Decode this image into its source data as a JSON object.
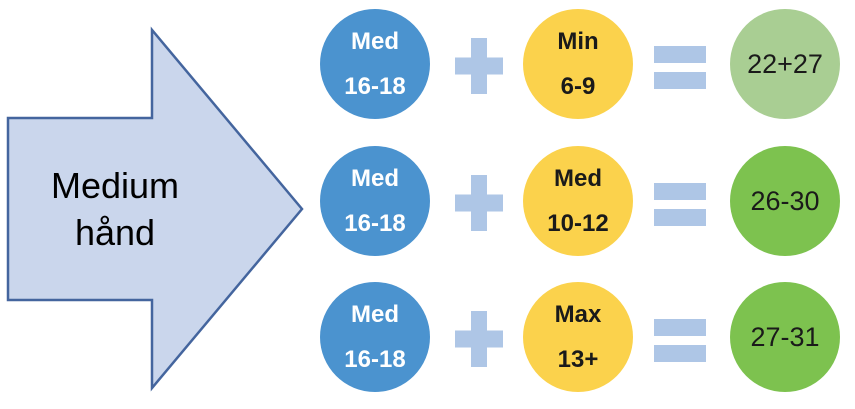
{
  "arrow": {
    "label_line1": "Medium",
    "label_line2": "hånd",
    "fill": "#cad6ec",
    "border": "#44659e"
  },
  "palette": {
    "hand_blue": "#4b93cf",
    "bet_yellow": "#fbd24c",
    "operator_blue": "#aec6e6",
    "hand_text": "#ffffff",
    "dark_text": "#1a1a1a"
  },
  "rows": [
    {
      "hand": {
        "line1": "Med",
        "line2": "16-18"
      },
      "operator1": "plus",
      "bet": {
        "line1": "Min",
        "line2": "6-9"
      },
      "operator2": "equals",
      "result": {
        "label": "22+27",
        "color": "#a9ce93"
      }
    },
    {
      "hand": {
        "line1": "Med",
        "line2": "16-18"
      },
      "operator1": "plus",
      "bet": {
        "line1": "Med",
        "line2": "10-12"
      },
      "operator2": "equals",
      "result": {
        "label": "26-30",
        "color": "#7dc24f"
      }
    },
    {
      "hand": {
        "line1": "Med",
        "line2": "16-18"
      },
      "operator1": "plus",
      "bet": {
        "line1": "Max",
        "line2": "13+"
      },
      "operator2": "equals",
      "result": {
        "label": "27-31",
        "color": "#7dc24f"
      }
    }
  ]
}
